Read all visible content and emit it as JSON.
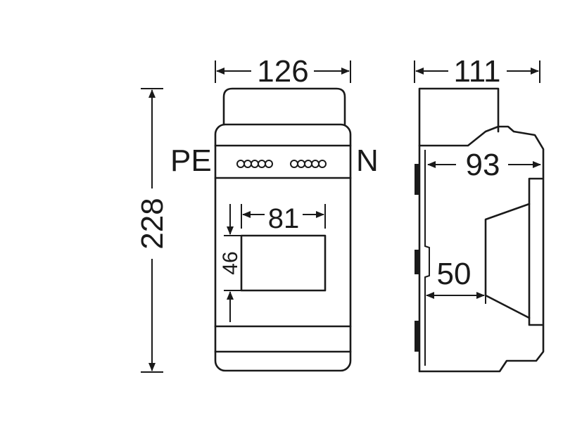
{
  "dimensions": {
    "front_width": "126",
    "side_depth": "111",
    "height": "228",
    "inner_depth": "93",
    "window_width": "81",
    "window_height": "46",
    "window_offset": "50"
  },
  "terminal_labels": {
    "pe": "PE",
    "n": "N"
  },
  "colors": {
    "line": "#1a1a1a",
    "background": "#ffffff"
  }
}
